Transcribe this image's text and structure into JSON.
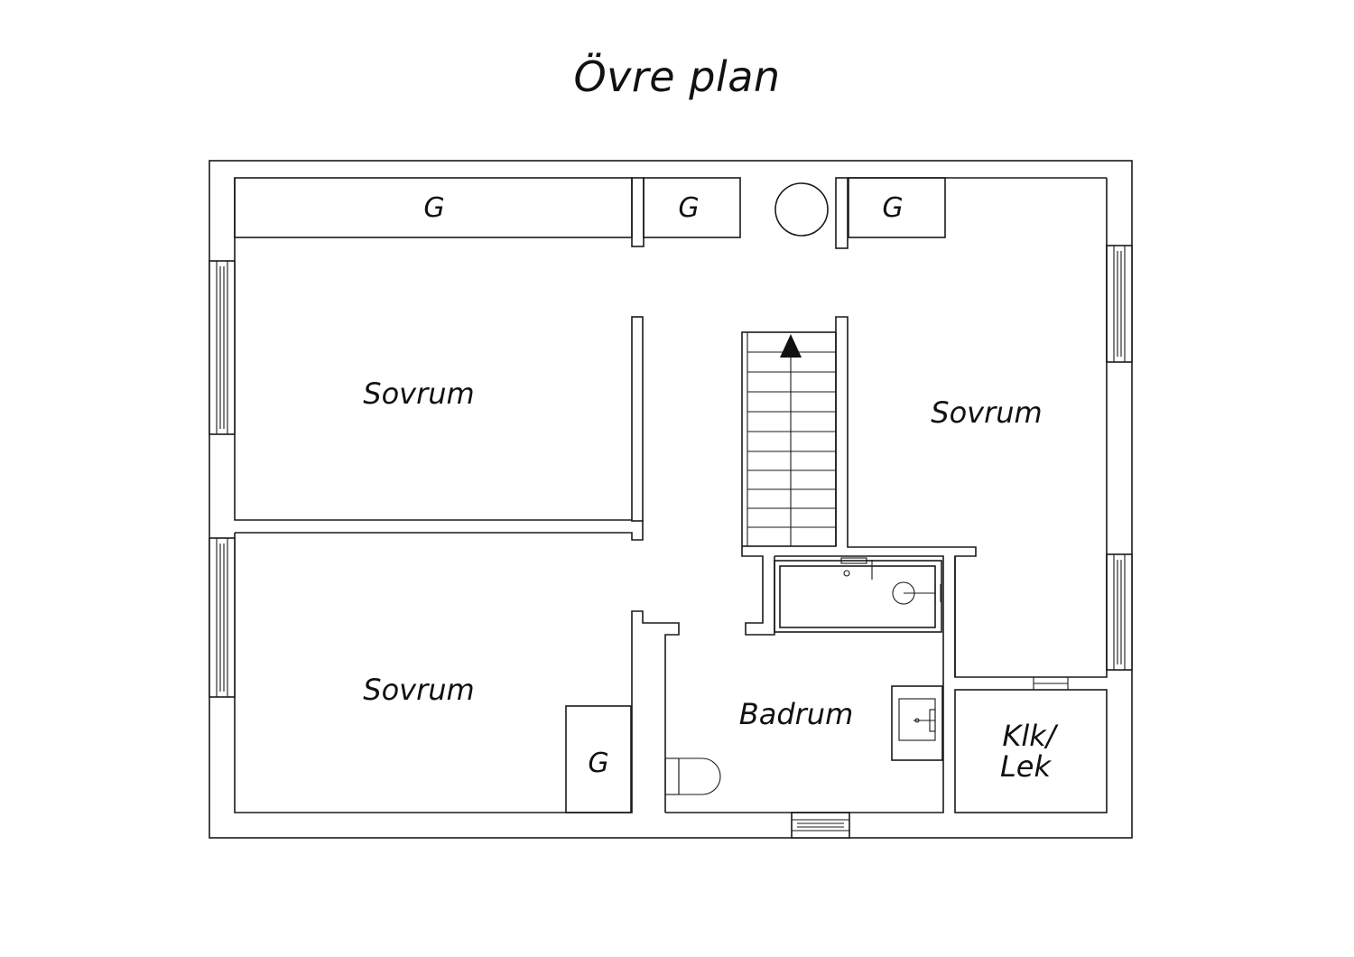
{
  "title": "Övre plan",
  "rooms": {
    "sovrum_top_left": "Sovrum",
    "sovrum_right": "Sovrum",
    "sovrum_bottom_left": "Sovrum",
    "badrum": "Badrum",
    "klk_lek_line1": "Klk/",
    "klk_lek_line2": "Lek"
  },
  "closets": {
    "g1": "G",
    "g2": "G",
    "g3": "G",
    "g4": "G"
  }
}
